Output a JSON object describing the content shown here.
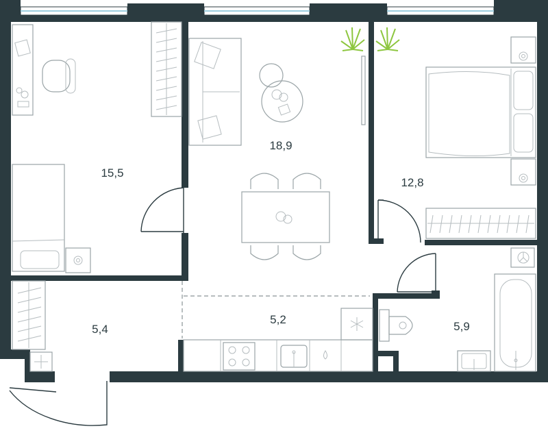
{
  "rooms": [
    {
      "id": "bedroom-left",
      "area": "15,5"
    },
    {
      "id": "living-room",
      "area": "18,9"
    },
    {
      "id": "bedroom-right",
      "area": "12,8"
    },
    {
      "id": "hall",
      "area": "5,4"
    },
    {
      "id": "kitchen",
      "area": "5,2"
    },
    {
      "id": "bathroom",
      "area": "5,9"
    }
  ],
  "colors": {
    "wall": "#2b3b40",
    "furniture": "#9aa4a7",
    "plant": "#8dc63f",
    "window": "#9ecfe0"
  }
}
